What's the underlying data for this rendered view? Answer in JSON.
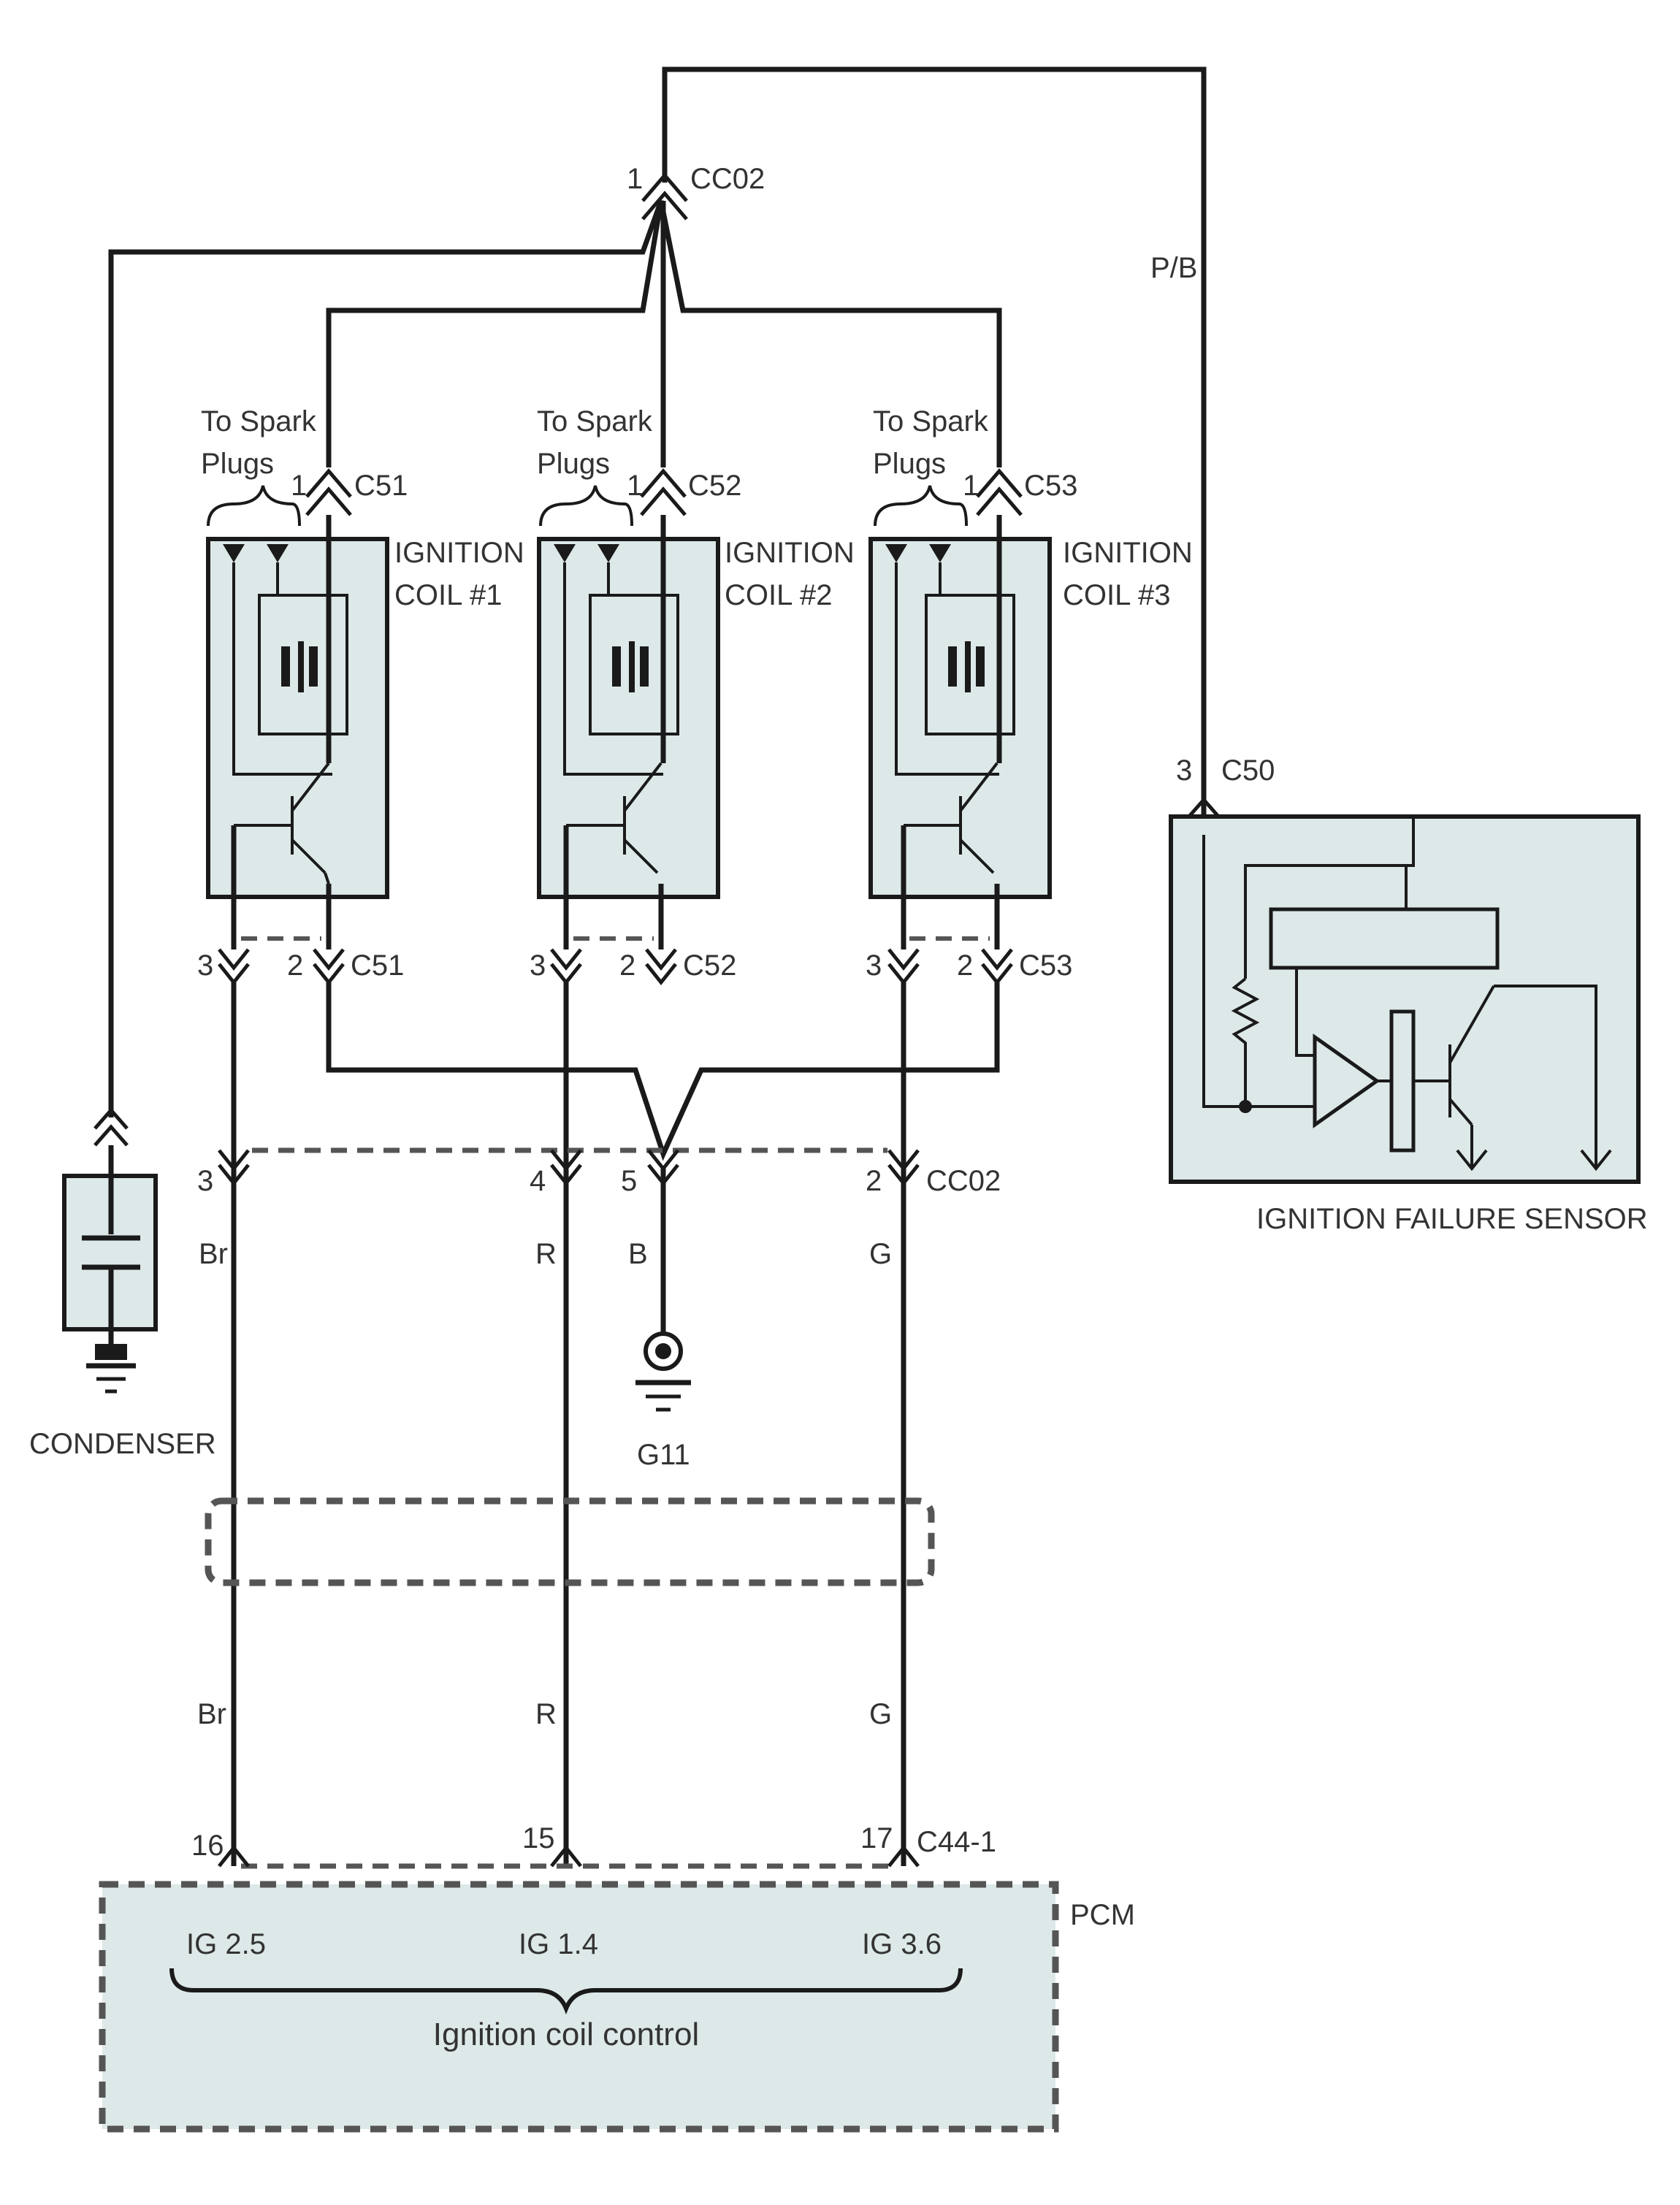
{
  "connectors": {
    "cc02_top": {
      "pin": "1",
      "id": "CC02"
    },
    "c51_top": {
      "pin": "1",
      "id": "C51"
    },
    "c52_top": {
      "pin": "1",
      "id": "C52"
    },
    "c53_top": {
      "pin": "1",
      "id": "C53"
    },
    "c51_bot": {
      "pin_left": "3",
      "pin_right": "2",
      "id": "C51"
    },
    "c52_bot": {
      "pin_left": "3",
      "pin_right": "2",
      "id": "C52"
    },
    "c53_bot": {
      "pin_left": "3",
      "pin_right": "2",
      "id": "C53"
    },
    "cc02_bot": {
      "pin1": "3",
      "pin2": "4",
      "pin3": "5",
      "pin4": "2",
      "id": "CC02"
    },
    "c50": {
      "pin": "3",
      "id": "C50"
    },
    "c44": {
      "pin1": "16",
      "pin2": "15",
      "pin3": "17",
      "id": "C44-1"
    }
  },
  "spark_label_line1": "To Spark",
  "spark_label_line2": "Plugs",
  "coils": [
    {
      "line1": "IGNITION",
      "line2": "COIL #1"
    },
    {
      "line1": "IGNITION",
      "line2": "COIL #2"
    },
    {
      "line1": "IGNITION",
      "line2": "COIL #3"
    }
  ],
  "wire_colors": {
    "pb": "P/B",
    "br_upper": "Br",
    "r_upper": "R",
    "b_upper": "B",
    "g_upper": "G",
    "br_lower": "Br",
    "r_lower": "R",
    "g_lower": "G"
  },
  "ground": "G11",
  "condenser": "CONDENSER",
  "failure_sensor": "IGNITION FAILURE SENSOR",
  "pcm": {
    "label": "PCM",
    "pins": [
      "IG 2.5",
      "IG 1.4",
      "IG 3.6"
    ],
    "group_label": "Ignition coil control"
  },
  "colors": {
    "box_fill": "#dde8e8",
    "wire": "#1a1a1a"
  }
}
